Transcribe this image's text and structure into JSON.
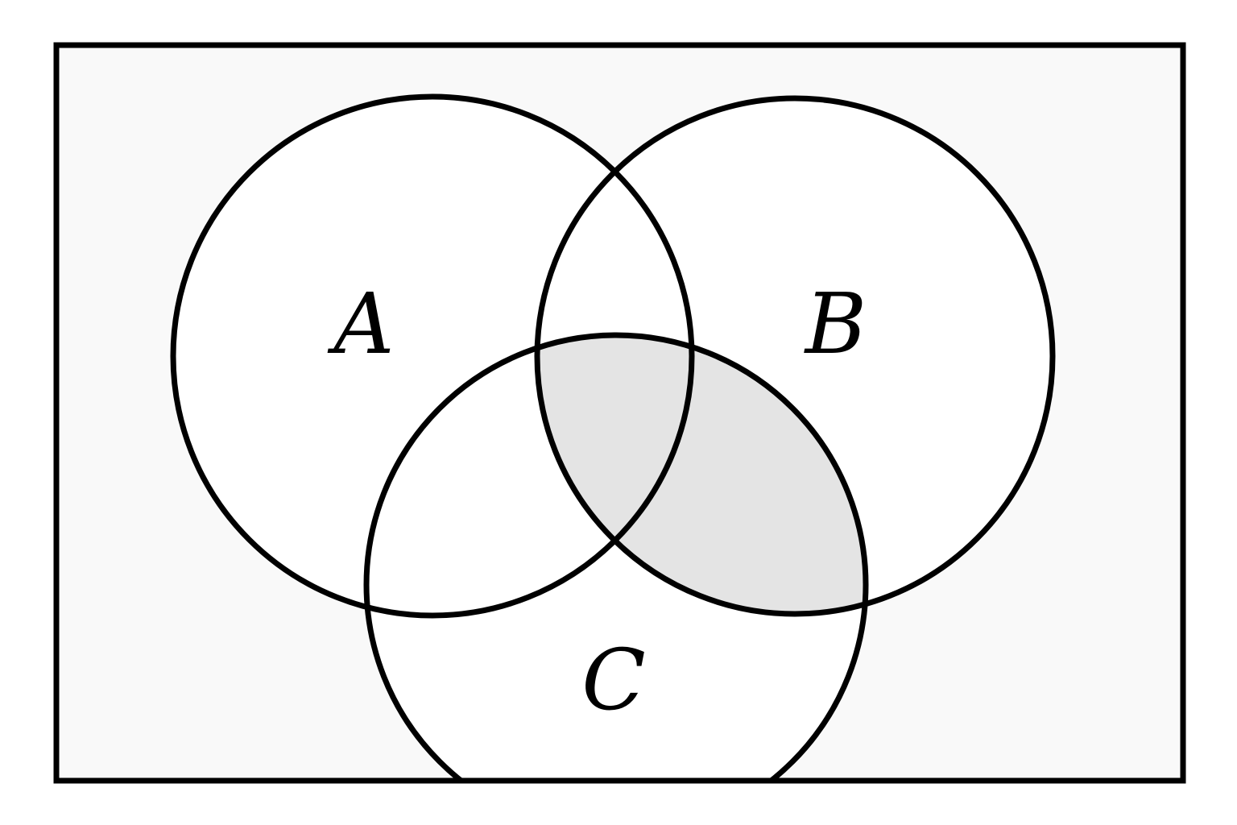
{
  "diagram": {
    "type": "venn",
    "sets": [
      {
        "id": "A",
        "label": "A"
      },
      {
        "id": "B",
        "label": "B"
      },
      {
        "id": "C",
        "label": "C"
      }
    ],
    "shaded_region": {
      "description_sets": [
        "B",
        "C"
      ],
      "color": "#e4e4e4"
    },
    "colors": {
      "universe_fill": "#f9f9f9",
      "circle_fill": "#ffffff",
      "stroke": "#000000"
    }
  }
}
